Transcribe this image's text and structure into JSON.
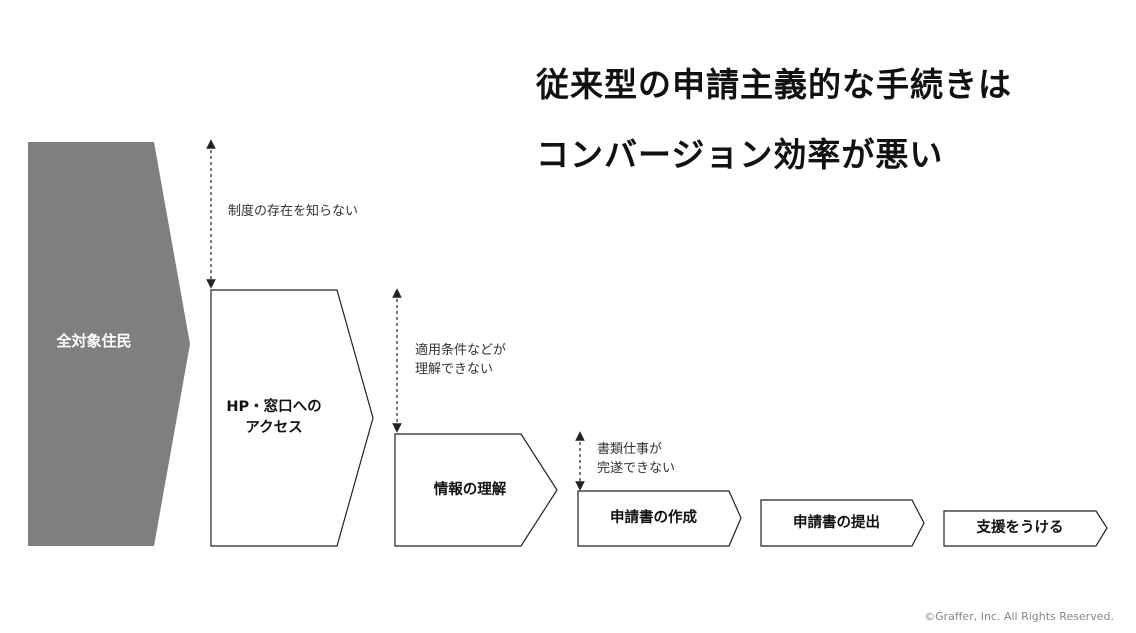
{
  "title": {
    "line1": "従来型の申請主義的な手続きは",
    "line2": "コンバージョン効率が悪い"
  },
  "funnel": {
    "all_residents": "全対象住民",
    "stages": [
      {
        "line1": "HP・窓口への",
        "line2": "アクセス"
      },
      {
        "line1": "情報の理解",
        "line2": ""
      },
      {
        "line1": "申請書の作成",
        "line2": ""
      },
      {
        "line1": "申請書の提出",
        "line2": ""
      },
      {
        "line1": "支援をうける",
        "line2": ""
      }
    ],
    "dropoffs": [
      {
        "line1": "制度の存在を知らない",
        "line2": ""
      },
      {
        "line1": "適用条件などが",
        "line2": "理解できない"
      },
      {
        "line1": "書類仕事が",
        "line2": "完遂できない"
      }
    ]
  },
  "footer": {
    "copyright": "©Graffer, Inc. All Rights Reserved."
  },
  "colors": {
    "all_residents_fill": "#7f7f7f",
    "stage_fill": "#ffffff",
    "stage_stroke": "#222222"
  }
}
